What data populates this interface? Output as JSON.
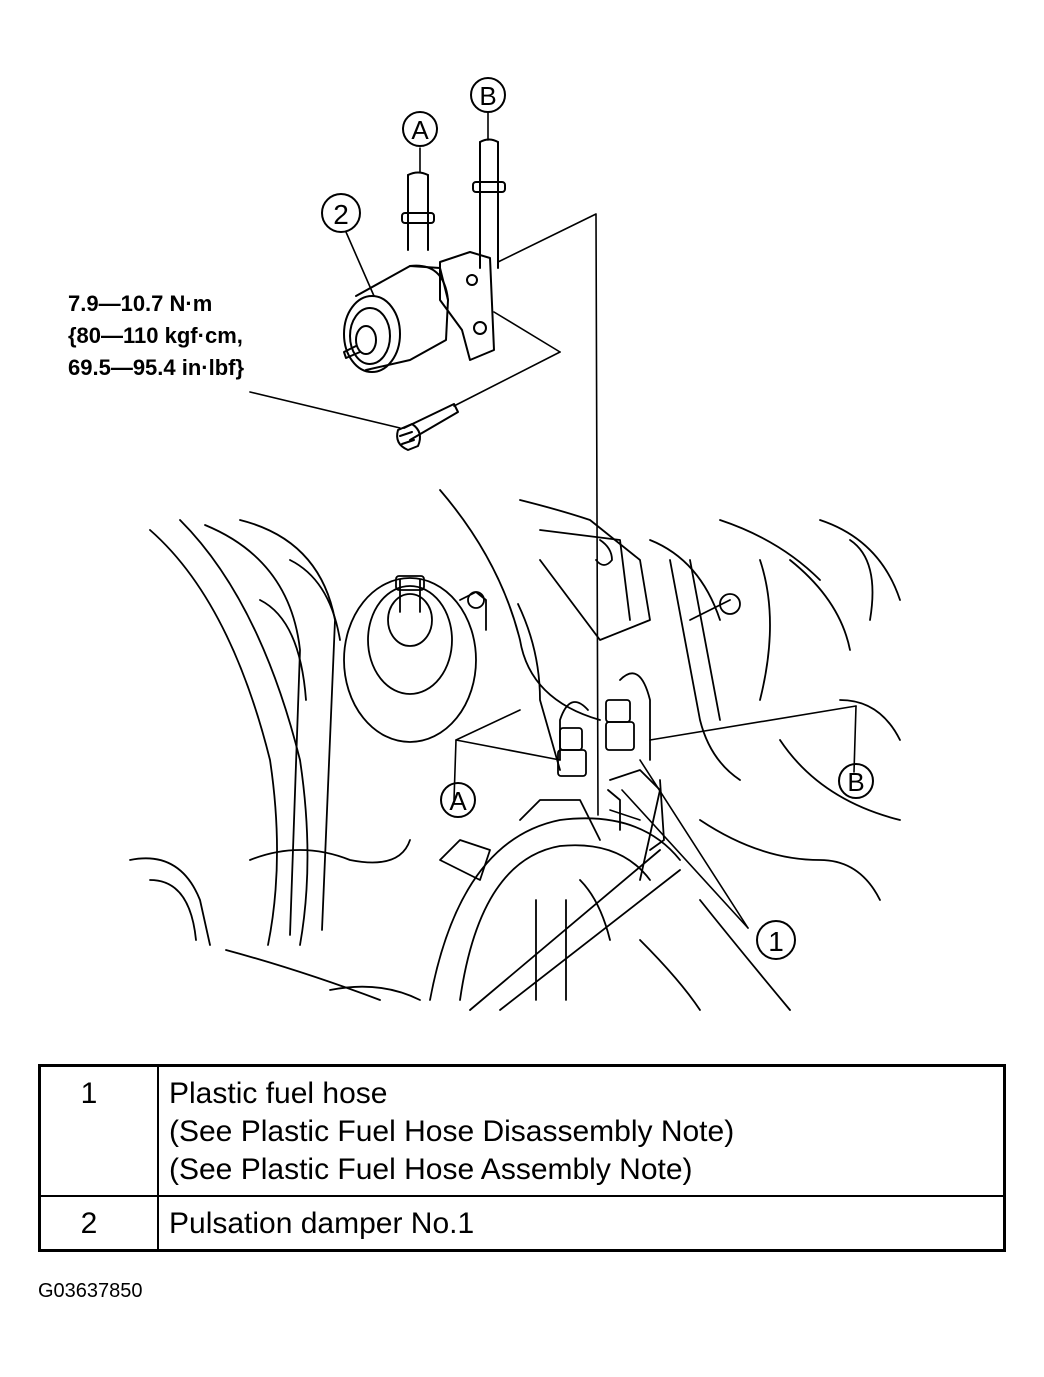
{
  "callouts": {
    "a_top": "A",
    "b_top": "B",
    "two": "2",
    "a_bottom": "A",
    "b_right": "B",
    "one": "1"
  },
  "torque_spec": {
    "line1": "7.9—10.7 N·m",
    "line2": "{80—110 kgf·cm,",
    "line3": "69.5—95.4 in·lbf}"
  },
  "legend": {
    "rows": [
      {
        "number": "1",
        "lines": [
          "Plastic fuel hose",
          "(See Plastic Fuel Hose Disassembly Note)",
          "(See Plastic Fuel Hose Assembly Note)"
        ]
      },
      {
        "number": "2",
        "lines": [
          "Pulsation damper No.1"
        ]
      }
    ]
  },
  "figure_code": "G03637850"
}
